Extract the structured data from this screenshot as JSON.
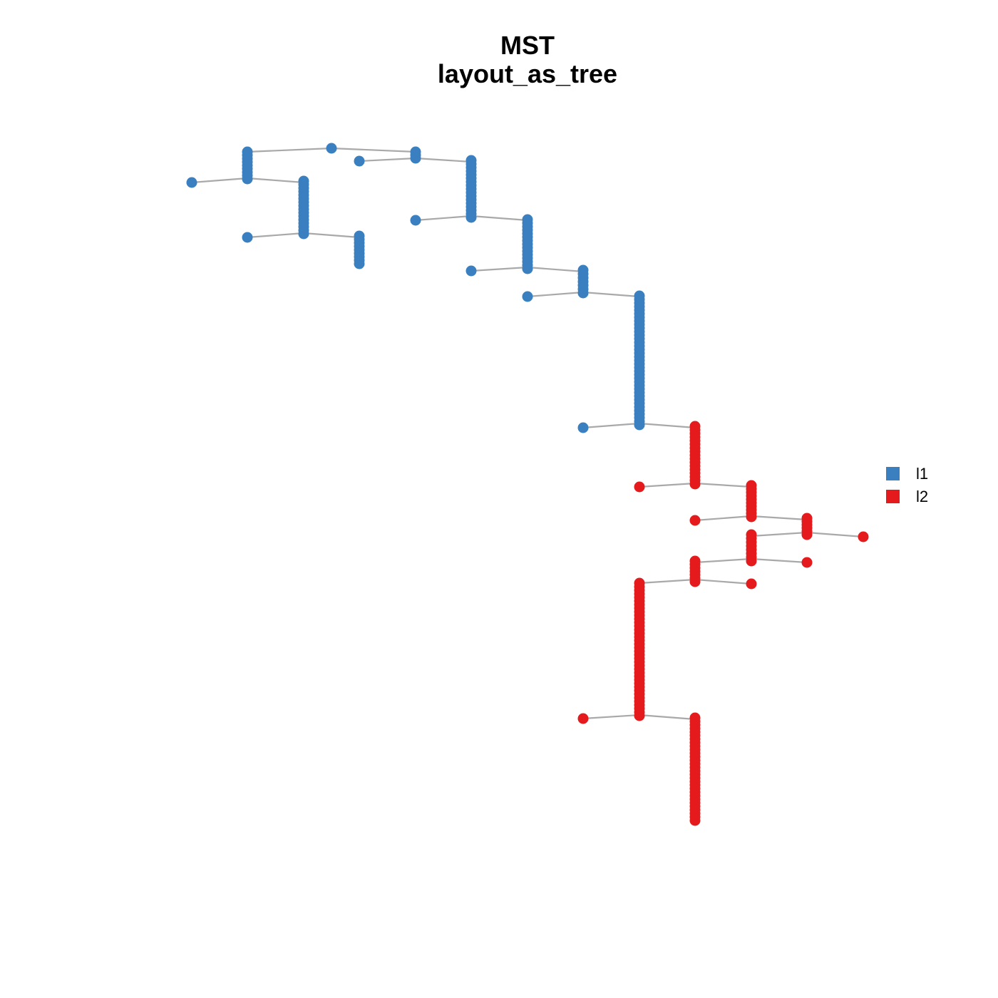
{
  "title_line1": "MST",
  "title_line2": "layout_as_tree",
  "colors": {
    "l1": "#3a7fbf",
    "l2": "#e41a1c",
    "edge": "#a9a9a9"
  },
  "legend": [
    {
      "label": "l1",
      "color": "#3a7fbf"
    },
    {
      "label": "l2",
      "color": "#e41a1c"
    }
  ]
}
